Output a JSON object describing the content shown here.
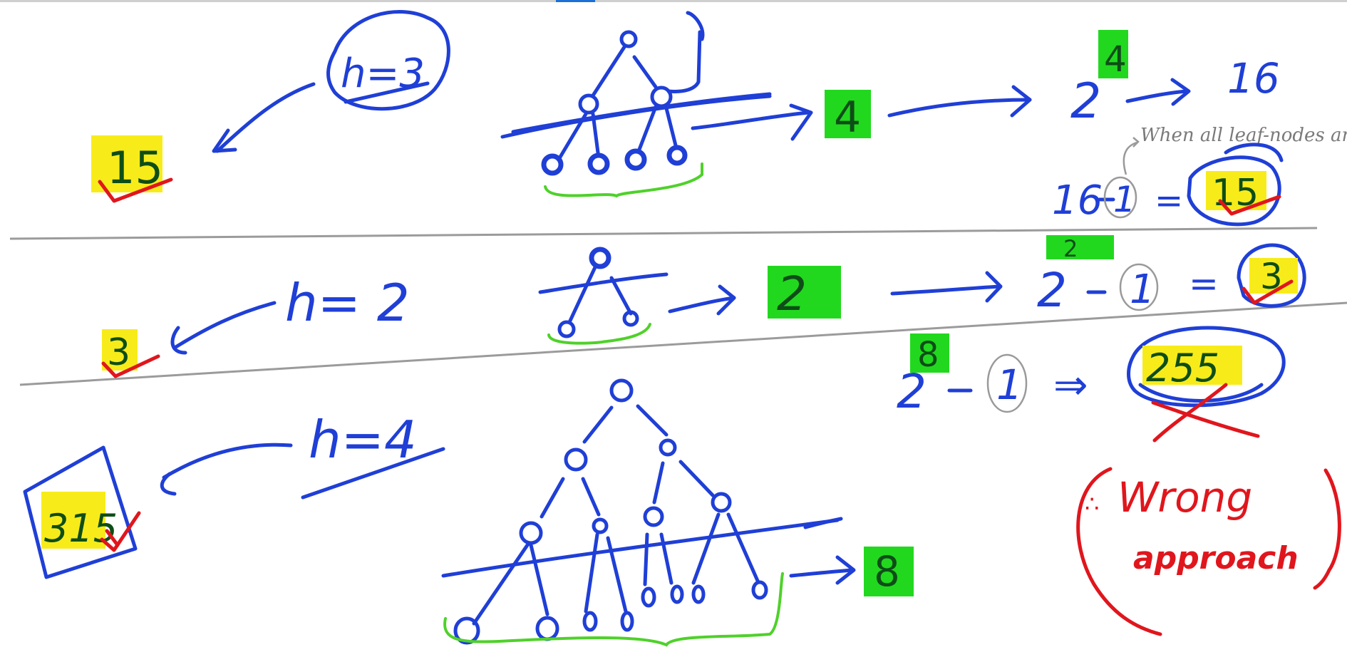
{
  "colors": {
    "ink_blue": "#1f3fd6",
    "ink_red": "#e0161d",
    "ink_green": "#4fd12a",
    "ink_gray": "#8a8a8a",
    "highlight_yellow": "#f7ec1a",
    "highlight_green": "#22d81f",
    "text_dark_green": "#0e4d17"
  },
  "row1": {
    "height_label": "h=3",
    "result": "15",
    "leaf_count": "4",
    "power_base": "2",
    "power_exp": "4",
    "power_value": "16",
    "note": "When all leaf-nodes are not present",
    "eq_left": "16",
    "eq_minus_one": "1",
    "eq_equals": "=",
    "eq_result": "15"
  },
  "row2": {
    "height_label": "h= 2",
    "result": "3",
    "leaf_count": "2",
    "power_base": "2",
    "power_exp": "2",
    "minus_one": "1",
    "equals": "=",
    "eq_result": "3"
  },
  "row3": {
    "height_label": "h=4",
    "result": "315",
    "leaf_count": "8",
    "power_base": "2",
    "power_exp": "8",
    "minus_one": "1",
    "arrow": "⇒",
    "wrong_result": "255",
    "wrong_symbol": "∴",
    "wrong_title": "Wrong",
    "wrong_subtitle": "approach"
  }
}
